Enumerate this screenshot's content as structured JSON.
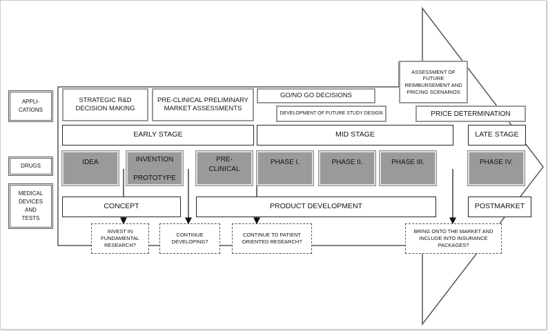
{
  "side_labels": {
    "applications": "APPLI-\nCATIONS",
    "drugs": "DRUGS",
    "medical_devices": "MEDICAL\nDEVICES\nAND\nTESTS"
  },
  "applications": {
    "strategic": "STRATEGIC R&D\nDECISION MAKING",
    "preclinical_market": "PRE-CLINICAL PRELIMINARY\nMARKET ASSESSMENTS",
    "go_no_go": "GO/NO GO DECISIONS",
    "future_study": "DEVELOPMENT OF FUTURE STUDY DESIGN",
    "reimbursement": "ASSESSMENT OF\nFUTURE\nREIMBURSEMENT AND\nPRICING SCENARIOS",
    "price": "PRICE DETERMINATION"
  },
  "stages": {
    "early": "EARLY STAGE",
    "mid": "MID STAGE",
    "late": "LATE STAGE"
  },
  "drug_phases": {
    "idea": "IDEA",
    "invention": "INVENTION\n\nPROTOTYPE",
    "preclinical": "PRE-\nCLINICAL",
    "phase1": "PHASE I.",
    "phase2": "PHASE II.",
    "phase3": "PHASE III.",
    "phase4": "PHASE IV."
  },
  "device_stages": {
    "concept": "CONCEPT",
    "product_development": "PRODUCT DEVELOPMENT",
    "postmarket": "POSTMARKET"
  },
  "decisions": {
    "invest": "INVEST IN\nFUNDAMENTAL\nRESEARCH?",
    "continue_developing": "CONTINUE\nDEVELOPING?",
    "patient_research": "CONTINUE TO PATIENT\nORIENTED RESEARCH?",
    "market": "BRING ONTO THE MARKET AND\nINCLUDE INTO INSURANCE\nPACKAGES?"
  }
}
